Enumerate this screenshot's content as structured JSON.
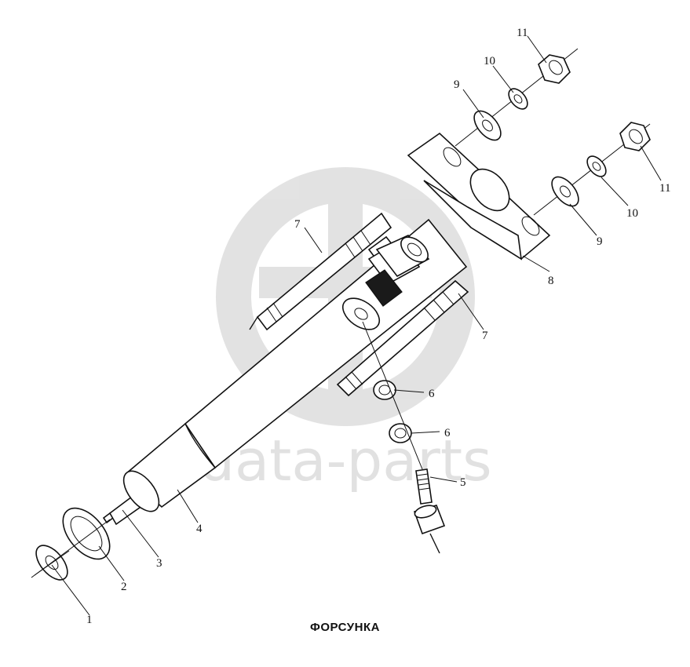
{
  "caption": "ФОРСУНКА",
  "watermark": {
    "text": "data-parts",
    "color": "#c9c9c9"
  },
  "callouts": {
    "c1": "1",
    "c2": "2",
    "c3": "3",
    "c4": "4",
    "c5": "5",
    "c6a": "6",
    "c6b": "6",
    "c7a": "7",
    "c7b": "7",
    "c8": "8",
    "c9a": "9",
    "c9b": "9",
    "c10a": "10",
    "c10b": "10",
    "c11a": "11",
    "c11b": "11"
  }
}
